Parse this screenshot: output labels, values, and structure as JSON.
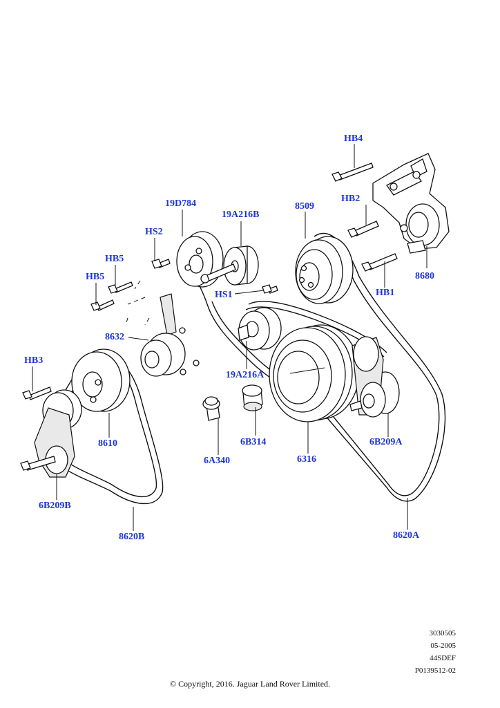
{
  "diagram": {
    "labels": {
      "hb4": "HB4",
      "hb2": "HB2",
      "p8680": "8680",
      "hb1": "HB1",
      "p19d784": "19D784",
      "p19a216b": "19A216B",
      "p8509": "8509",
      "hs2": "HS2",
      "hb5_upper": "HB5",
      "hb5_lower": "HB5",
      "hs1": "HS1",
      "p8632": "8632",
      "p19a216a": "19A216A",
      "hb3": "HB3",
      "p8610": "8610",
      "p6b314": "6B314",
      "p6a340": "6A340",
      "p6316": "6316",
      "p6b209a": "6B209A",
      "p6b209b": "6B209B",
      "p8620b": "8620B",
      "p8620a": "8620A"
    },
    "label_color": "#1d35d8",
    "line_color": "#111111"
  },
  "meta": {
    "line1": "3030505",
    "line2": "05-2005",
    "line3": "44SDEF",
    "line4": "P0139512-02"
  },
  "copyright": "© Copyright, 2016. Jaguar Land Rover Limited."
}
